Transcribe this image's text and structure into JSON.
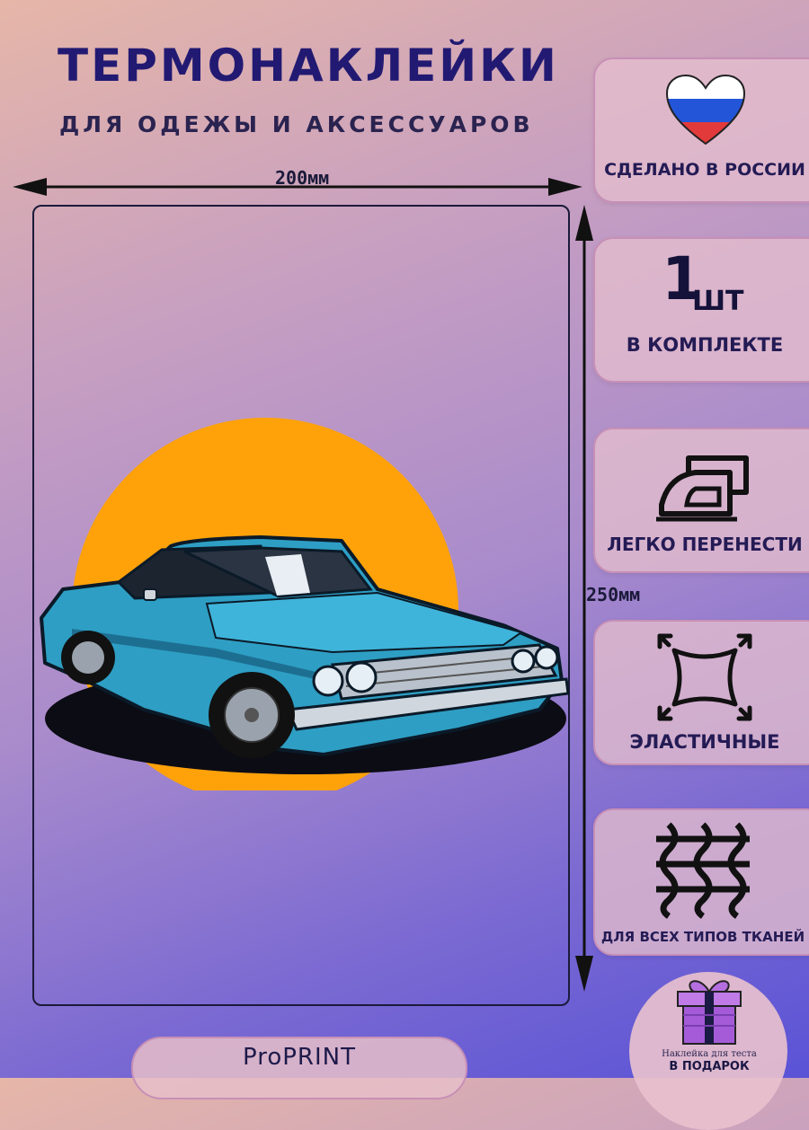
{
  "header": {
    "title": "ТЕРМОНАКЛЕЙКИ",
    "subtitle": "ДЛЯ ОДЕЖЫ И АКСЕССУАРОВ"
  },
  "dimensions": {
    "width_label": "200мм",
    "height_label": "250мм"
  },
  "features": [
    {
      "label": "СДЕЛАНО В РОССИИ",
      "icon": "heart-flag-icon"
    },
    {
      "number": "1",
      "unit": "ШТ",
      "label": "В КОМПЛЕКТЕ"
    },
    {
      "label": "ЛЕГКО ПЕРЕНЕСТИ",
      "icon": "iron-icon"
    },
    {
      "label": "ЭЛАСТИЧНЫЕ",
      "icon": "stretch-icon"
    },
    {
      "label": "ДЛЯ ВСЕХ ТИПОВ ТКАНЕЙ",
      "icon": "fabric-weave-icon"
    }
  ],
  "brand": {
    "name": "ProPRINT"
  },
  "gift": {
    "line1": "Наклейка для теста",
    "line2": "В ПОДАРОК",
    "icon": "gift-box-icon"
  },
  "colors": {
    "title": "#221a72",
    "sun": "#ffa20a",
    "car": "#2e9ec4",
    "card_bg": "#e4becd"
  }
}
